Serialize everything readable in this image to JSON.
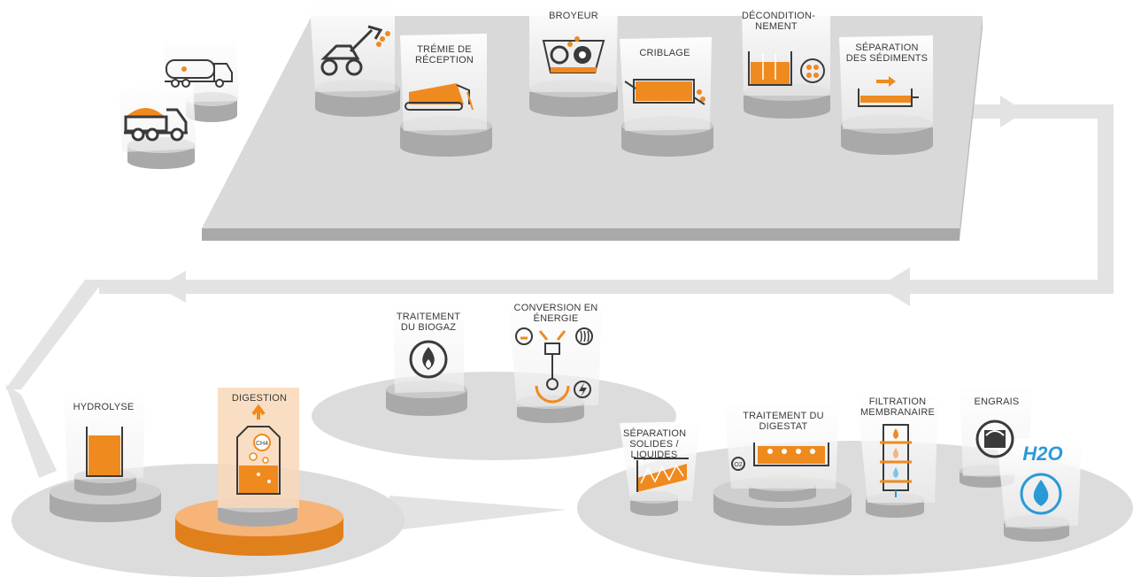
{
  "colors": {
    "orange": "#ef8a1f",
    "orange_light": "#f6b479",
    "gray_platform": "#d9d9d9",
    "gray_dark": "#a9a9a9",
    "water_blue": "#2a9ad6",
    "line_dark": "#3a3a3a"
  },
  "stations": {
    "tremie": "TRÉMIE DE RÉCEPTION",
    "broyeur": "BROYEUR",
    "criblage": "CRIBLAGE",
    "deconditionnement": "DÉCONDITION-NEMENT",
    "separation_sediments": "SÉPARATION DES SÉDIMENTS",
    "traitement_biogaz": "TRAITEMENT DU BIOGAZ",
    "conversion_energie": "CONVERSION EN ÉNERGIE",
    "hydrolyse": "HYDROLYSE",
    "digestion": "DIGESTION",
    "separation_solides": "SÉPARATION SOLIDES / LIQUIDES",
    "traitement_digestat": "TRAITEMENT DU DIGESTAT",
    "filtration": "FILTRATION MEMBRANAIRE",
    "engrais": "ENGRAIS",
    "h2o": "H2O"
  },
  "icons": [
    "tanker-truck-icon",
    "dump-truck-icon",
    "loader-icon",
    "conveyor-icon",
    "gears-icon",
    "screen-drum-icon",
    "tank-icon",
    "arrows-icon",
    "settling-tank-icon",
    "flame-icon",
    "motor-icon",
    "heat-icon",
    "lightning-icon",
    "methane-bubble-icon",
    "screw-press-icon",
    "digestat-tank-icon",
    "filter-column-icon",
    "fertilizer-icon",
    "water-drop-icon"
  ]
}
